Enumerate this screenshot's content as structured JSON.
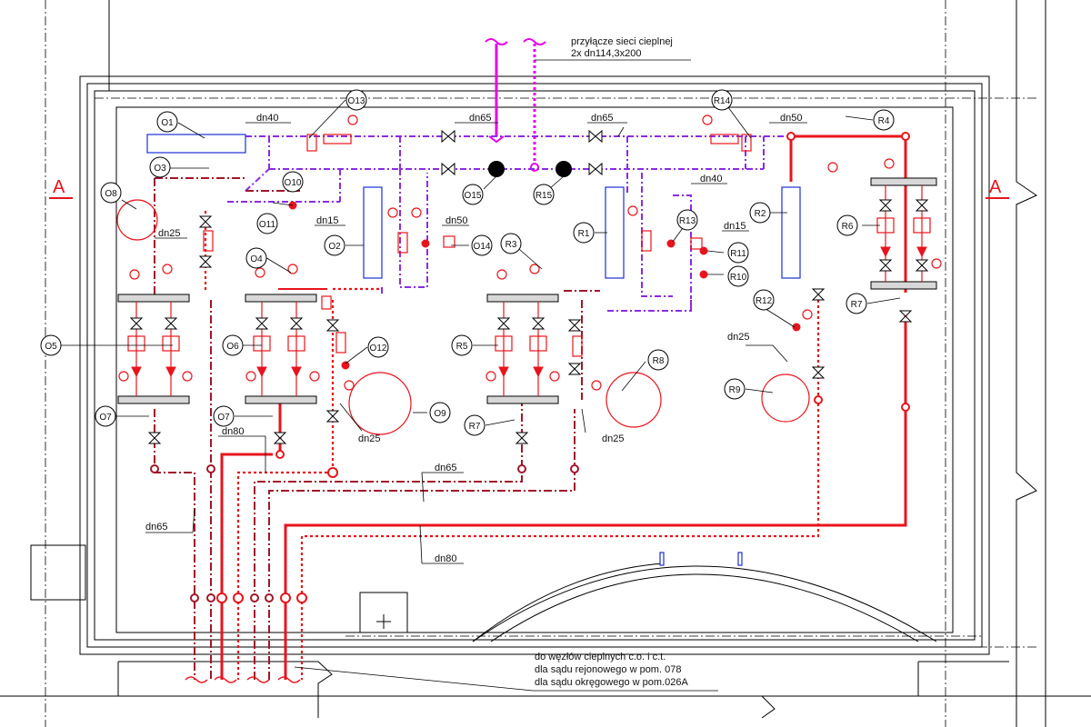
{
  "drawing": {
    "header_note": {
      "line1": "przyłącze sieci cieplnej",
      "line2": "2x dn114,3x200"
    },
    "footer_note": {
      "line1": "do węzłów cieplnych c.o. i c.t.",
      "line2": "dla sądu rejonowego w pom. 078",
      "line3": "dla sądu okręgowego w pom.026A"
    },
    "section_markers": [
      "A",
      "A"
    ],
    "pipe_sizes": [
      "dn40",
      "dn65",
      "dn65",
      "dn50",
      "dn40",
      "dn15",
      "dn15",
      "dn25",
      "dn50",
      "dn25",
      "dn25",
      "dn25",
      "dn80",
      "dn65",
      "dn65",
      "dn80"
    ],
    "tags": [
      "O1",
      "O3",
      "O8",
      "O13",
      "O10",
      "O11",
      "O2",
      "O14",
      "O4",
      "O15",
      "R15",
      "R14",
      "R4",
      "R2",
      "R6",
      "R1",
      "R3",
      "R13",
      "R11",
      "R10",
      "R12",
      "R7",
      "O5",
      "O6",
      "O12",
      "R5",
      "R8",
      "R9",
      "O9",
      "R7",
      "O7",
      "O7"
    ],
    "colors": {
      "supply": "#e8141c",
      "return": "#a0162a",
      "control": "#8b2be2",
      "district_network": "#e800e8",
      "vessel": "#1a2fd8"
    }
  }
}
